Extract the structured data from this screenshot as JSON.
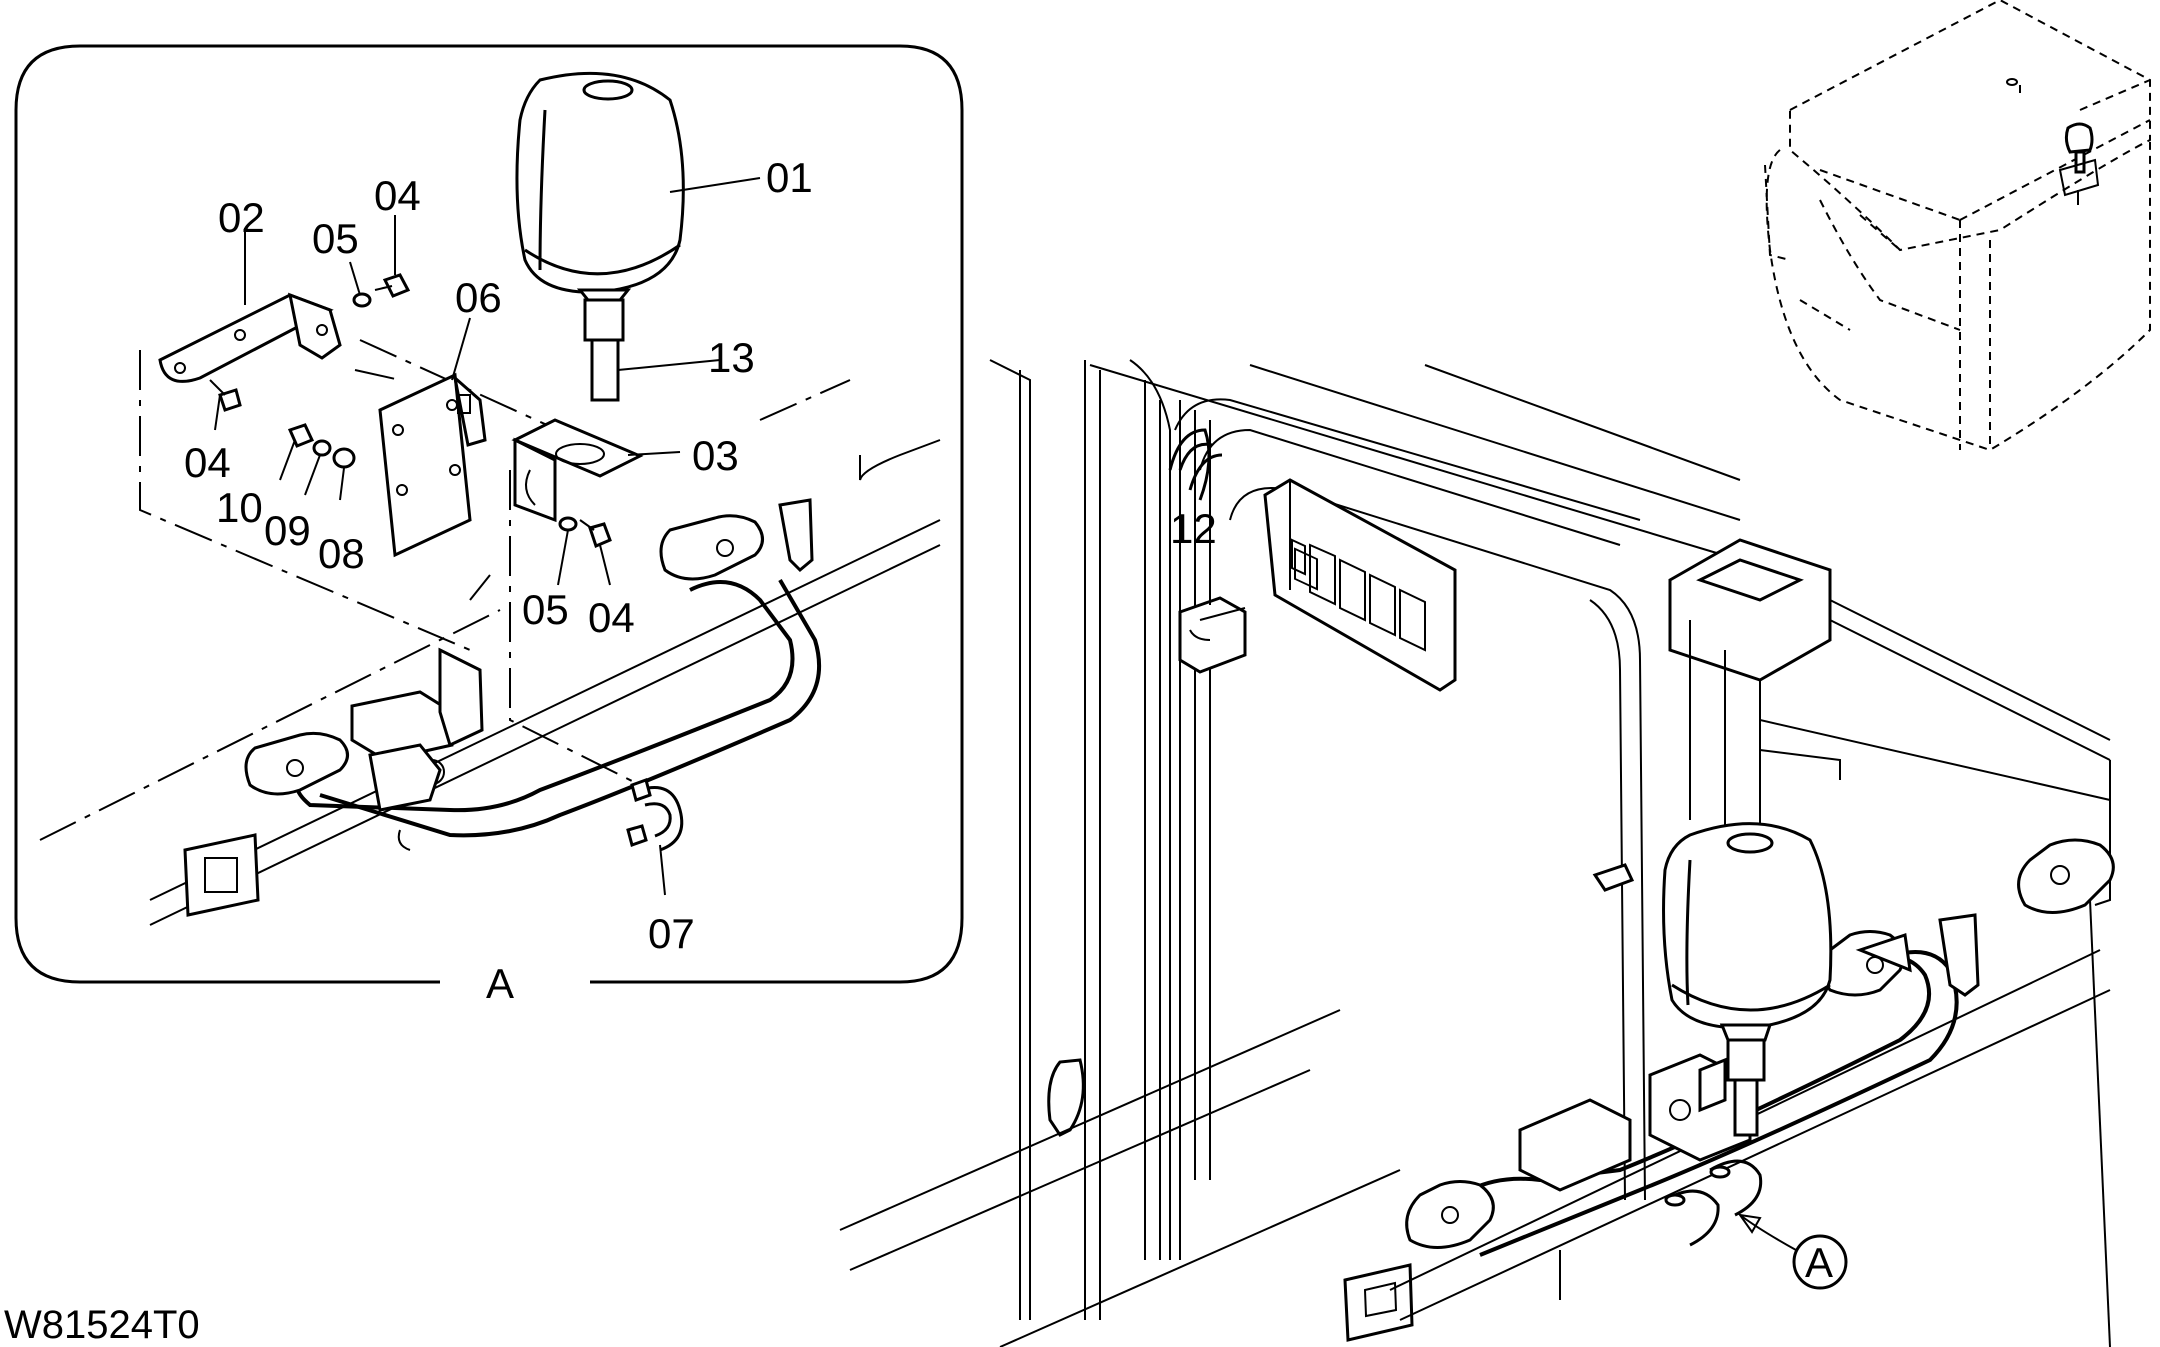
{
  "detail_view": {
    "view_label": "A",
    "part_labels": {
      "p01": "01",
      "p02": "02",
      "p03": "03",
      "p04a": "04",
      "p04b": "04",
      "p04c": "04",
      "p05a": "05",
      "p05b": "05",
      "p06": "06",
      "p07": "07",
      "p08": "08",
      "p09": "09",
      "p10": "10",
      "p13": "13"
    }
  },
  "main_view": {
    "part_labels": {
      "p12": "12"
    },
    "callout": "A"
  },
  "drawing_id": "W81524T0"
}
